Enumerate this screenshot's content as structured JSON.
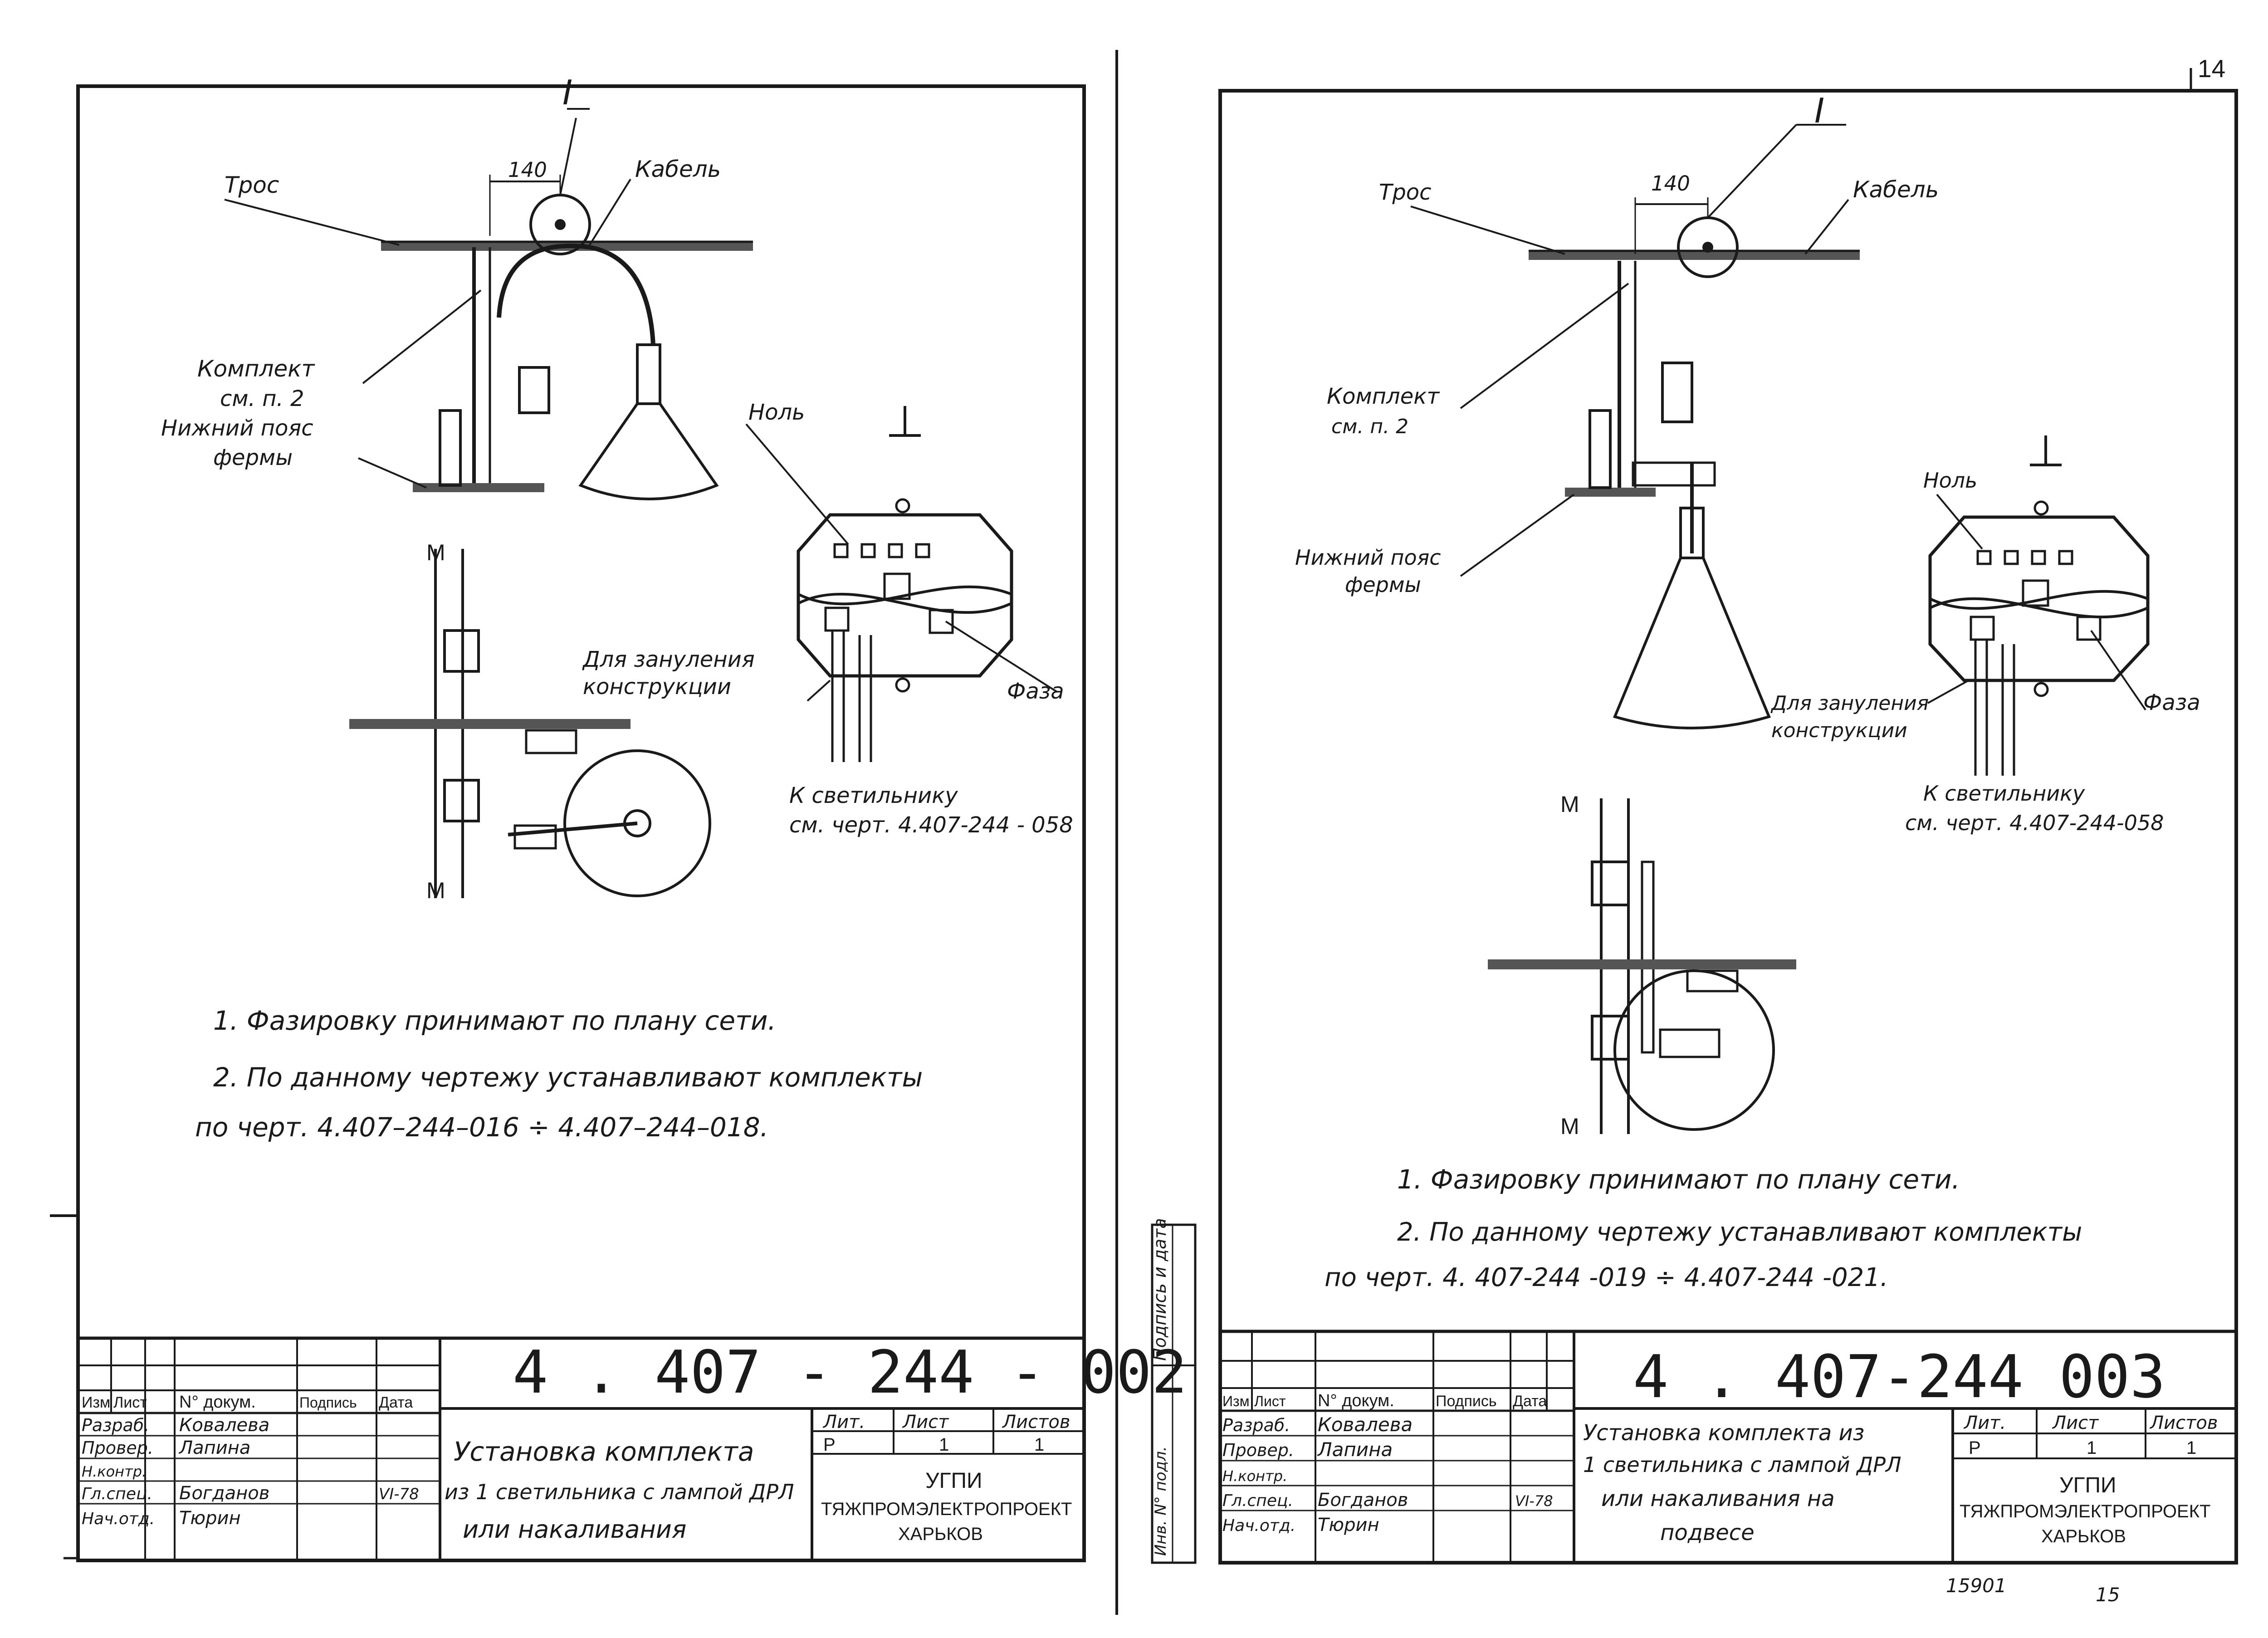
{
  "page_number": "14",
  "sheets": [
    {
      "id": "left",
      "labels": {
        "detail_mark": "I",
        "dim_140": "140",
        "tros": "Трос",
        "kabel": "Кабель",
        "komplekt_1": "Комплект",
        "komplekt_2": "см. п. 2",
        "nizhniy_1": "Нижний пояс",
        "nizhniy_2": "фермы",
        "nol": "Ноль",
        "zanul_1": "Для зануления",
        "zanul_2": "конструкции",
        "faza": "Фаза",
        "svet_1": "К светильнику",
        "svet_2": "см. черт. 4.407-244 - 058",
        "detail_title": "I"
      },
      "notes": [
        "1. Фазировку принимают по плану сети.",
        "2. По данному чертежу устанавливают комплекты",
        "по черт. 4.407–244–016 ÷ 4.407–244–018."
      ],
      "title_block": {
        "code": "4 . 407 - 244 - 002",
        "header": [
          "Изм",
          "Лист",
          "N° докум.",
          "Подпись",
          "Дата"
        ],
        "rows": [
          [
            "Разраб.",
            "Ковалева",
            ""
          ],
          [
            "Провер.",
            "Лапина",
            ""
          ],
          [
            "Н.контр.",
            "",
            ""
          ],
          [
            "Гл.спец.",
            "Богданов",
            "VI-78"
          ],
          [
            "Нач.отд.",
            "Тюрин",
            ""
          ]
        ],
        "title_lines": [
          "Установка комплекта",
          "из 1 светильника с лампой ДРЛ",
          "или накаливания"
        ],
        "lit_label": "Лит.",
        "list_label": "Лист",
        "listov_label": "Листов",
        "lit_value": "Р",
        "list_value": "1",
        "listov_value": "1",
        "org_1": "УГПИ",
        "org_2": "ТЯЖПРОМЭЛЕКТРОПРОЕКТ",
        "org_3": "ХАРЬКОВ"
      }
    },
    {
      "id": "right",
      "labels": {
        "detail_mark": "I",
        "dim_140": "140",
        "tros": "Трос",
        "kabel": "Кабель",
        "komplekt_1": "Комплект",
        "komplekt_2": "см. п. 2",
        "nizhniy_1": "Нижний пояс",
        "nizhniy_2": "фермы",
        "nol": "Ноль",
        "zanul_1": "Для зануления",
        "zanul_2": "конструкции",
        "faza": "Фаза",
        "svet_1": "К светильнику",
        "svet_2": "см. черт. 4.407-244-058",
        "detail_title": "I"
      },
      "notes": [
        "1. Фазировку принимают по плану сети.",
        "2. По данному чертежу устанавливают комплекты",
        "по черт. 4. 407-244 -019 ÷ 4.407-244 -021."
      ],
      "side_stamp": [
        "Подпись и дата",
        "Инв. N° подл."
      ],
      "title_block": {
        "code": "4 . 407-244  003",
        "header": [
          "Изм",
          "Лист",
          "N° докум.",
          "Подпись",
          "Дата"
        ],
        "rows": [
          [
            "Разраб.",
            "Ковалева",
            ""
          ],
          [
            "Провер.",
            "Лапина",
            ""
          ],
          [
            "Н.контр.",
            "",
            ""
          ],
          [
            "Гл.спец.",
            "Богданов",
            "VI-78"
          ],
          [
            "Нач.отд.",
            "Тюрин",
            ""
          ]
        ],
        "title_lines": [
          "Установка комплекта из",
          "1 светильника с лампой ДРЛ",
          "или накаливания на",
          "подвесе"
        ],
        "lit_label": "Лит.",
        "list_label": "Лист",
        "listov_label": "Листов",
        "lit_value": "Р",
        "list_value": "1",
        "listov_value": "1",
        "org_1": "УГПИ",
        "org_2": "ТЯЖПРОМЭЛЕКТРОПРОЕКТ",
        "org_3": "ХАРЬКОВ"
      },
      "bottom_numbers": [
        "15901",
        "15"
      ]
    }
  ]
}
